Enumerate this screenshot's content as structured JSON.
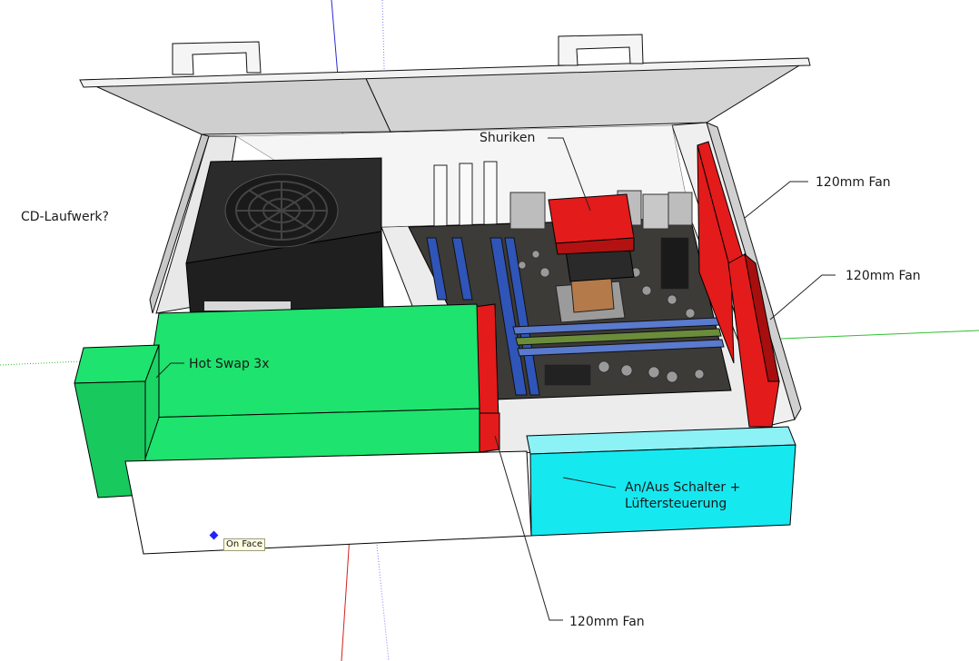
{
  "annotations": {
    "cd_drive": "CD-Laufwerk?",
    "cooler": "Shuriken",
    "fan_top": "120mm Fan",
    "fan_middle": "120mm Fan",
    "fan_bottom": "120mm Fan",
    "hot_swap": "Hot Swap 3x",
    "switch_line1": "An/Aus Schalter +",
    "switch_line2": "Lüftersteuerung"
  },
  "inference": {
    "tooltip": "On Face"
  },
  "colors": {
    "case_panel": "#cfcfcf",
    "case_edge": "#111111",
    "hot_swap_green": "#1ee36e",
    "hot_swap_dark": "#18c95e",
    "switch_cyan": "#16e8f0",
    "fan_red": "#e31b1b",
    "fan_dark_red": "#a80e0e",
    "cooler_red": "#e31b1b",
    "psu_dark": "#2a2a2a",
    "board": "#3a3a3a",
    "axis_red": "#d12020",
    "axis_green": "#2fbf2f",
    "axis_blue": "#2a2ad0"
  }
}
